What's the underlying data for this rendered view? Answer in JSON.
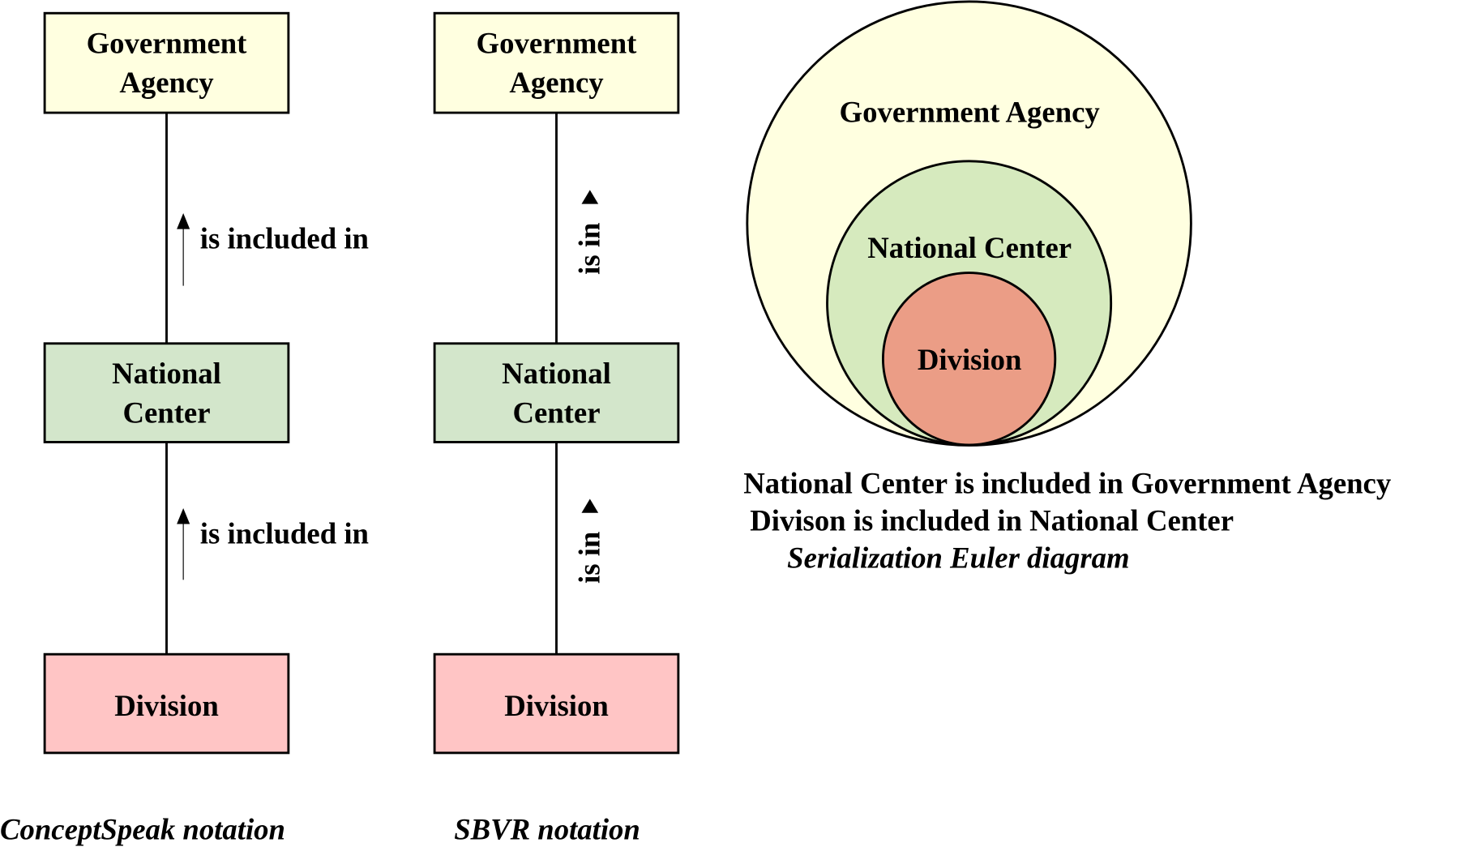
{
  "conceptspeak": {
    "boxes": [
      {
        "line1": "Government",
        "line2": "Agency"
      },
      {
        "line1": "National",
        "line2": "Center"
      },
      {
        "line1": "Division"
      }
    ],
    "relations": [
      "is included in",
      "is included in"
    ],
    "caption": "ConceptSpeak notation"
  },
  "sbvr": {
    "boxes": [
      {
        "line1": "Government",
        "line2": "Agency"
      },
      {
        "line1": "National",
        "line2": "Center"
      },
      {
        "line1": "Division"
      }
    ],
    "relations": [
      "is in",
      "is in"
    ],
    "caption": "SBVR notation"
  },
  "euler": {
    "outer": "Government Agency",
    "middle": "National Center",
    "inner": "Division",
    "statements": [
      "National Center is included in Government Agency",
      "Divison is included in National Center"
    ],
    "caption": "Serialization Euler diagram"
  },
  "colors": {
    "agency": "#ffffe0",
    "center_box": "#d3e6cb",
    "division_box": "#ffc5c5",
    "center_circle": "#d6eabe",
    "division_circle": "#eb9d86"
  }
}
